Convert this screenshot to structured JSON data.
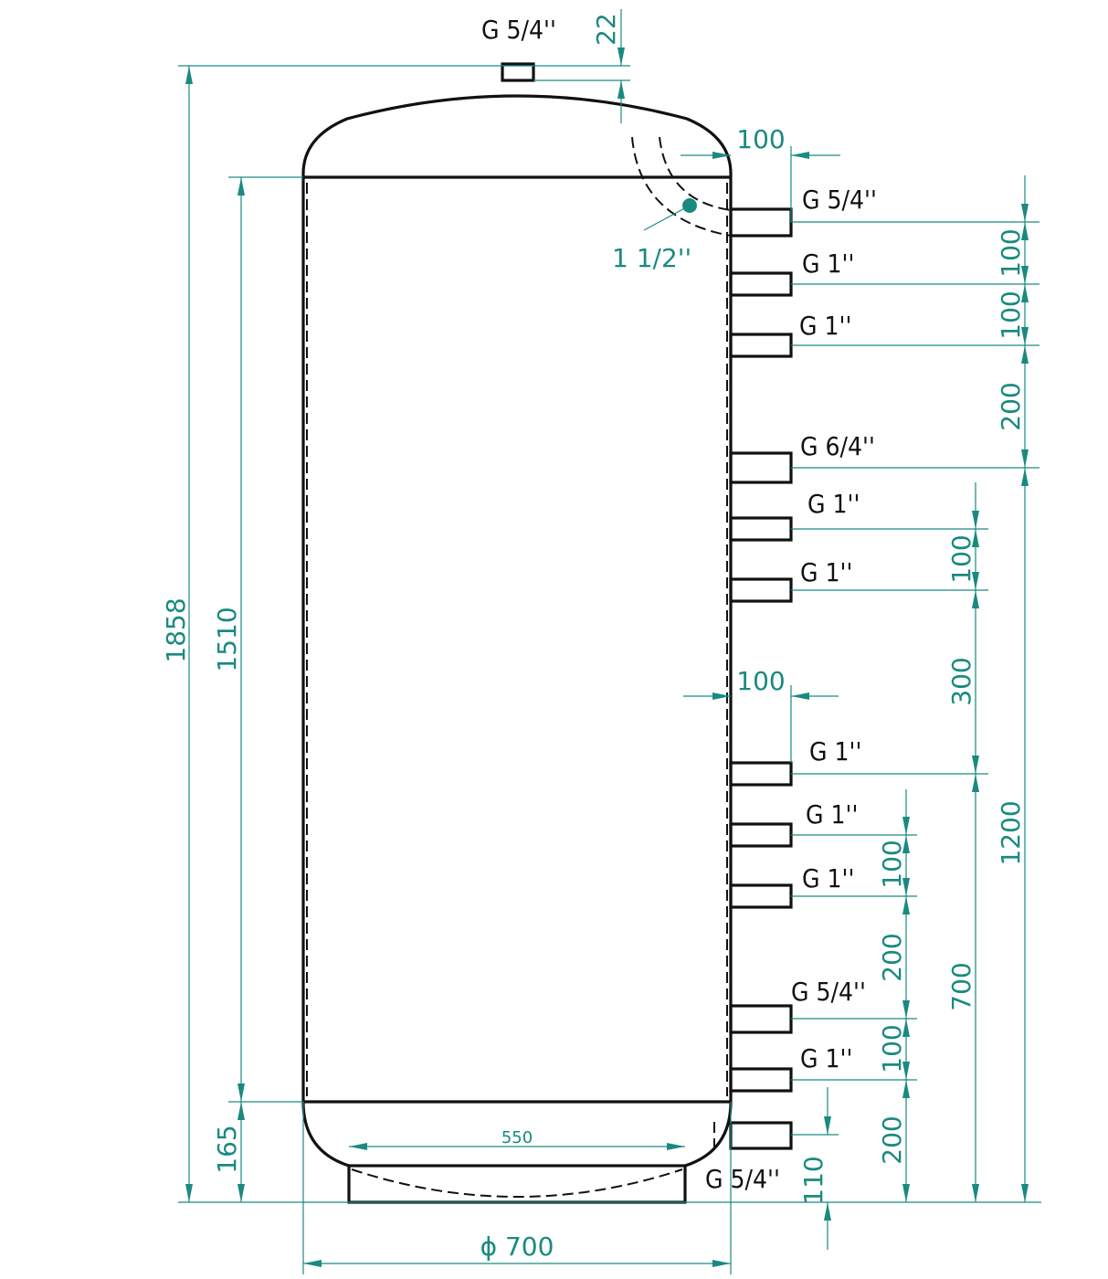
{
  "connections": {
    "top": "G 5/4''",
    "c1": "G 5/4''",
    "c2": "G 1''",
    "c3": "G 1''",
    "c4": "G 6/4''",
    "c5": "G 1''",
    "c6": "G 1''",
    "c7": "G 1''",
    "c8": "G 1''",
    "c9": "G 1''",
    "c10": "G 5/4''",
    "c11": "G 1''",
    "c12": "G 5/4''",
    "sensor": "1 1/2''"
  },
  "dimensions": {
    "total_height": "1858",
    "cylinder_height": "1510",
    "bottom_height": "165",
    "top_nozzle": "22",
    "nozzle_len_top": "100",
    "nozzle_len_mid": "100",
    "r1": "100",
    "r2": "100",
    "r3": "200",
    "r4": "1200",
    "m1": "100",
    "m2": "300",
    "m3": "700",
    "l1": "100",
    "l2": "200",
    "l3": "100",
    "l4": "200",
    "bottom_conn": "110",
    "base_width": "550",
    "diameter": "ϕ 700"
  },
  "colors": {
    "dimension": "#1a8a80",
    "outline": "#111111"
  }
}
